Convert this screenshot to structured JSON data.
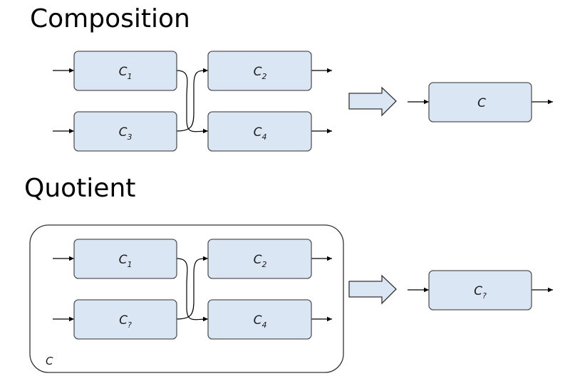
{
  "sections": {
    "composition": {
      "title": "Composition",
      "blocks": {
        "c1": {
          "base": "C",
          "sub": "1"
        },
        "c2": {
          "base": "C",
          "sub": "2"
        },
        "c3": {
          "base": "C",
          "sub": "3"
        },
        "c4": {
          "base": "C",
          "sub": "4"
        }
      },
      "result": {
        "base": "C",
        "sub": ""
      }
    },
    "quotient": {
      "title": "Quotient",
      "group_label": "C",
      "blocks": {
        "c1": {
          "base": "C",
          "sub": "1"
        },
        "c2": {
          "base": "C",
          "sub": "2"
        },
        "cq": {
          "base": "C",
          "sub": "?"
        },
        "c4": {
          "base": "C",
          "sub": "4"
        }
      },
      "result": {
        "base": "C",
        "sub": "?"
      }
    }
  },
  "colors": {
    "block_fill": "#dbe6f4",
    "block_stroke": "#555555",
    "arrow_fill": "#dbe6f4",
    "line": "#000000"
  }
}
